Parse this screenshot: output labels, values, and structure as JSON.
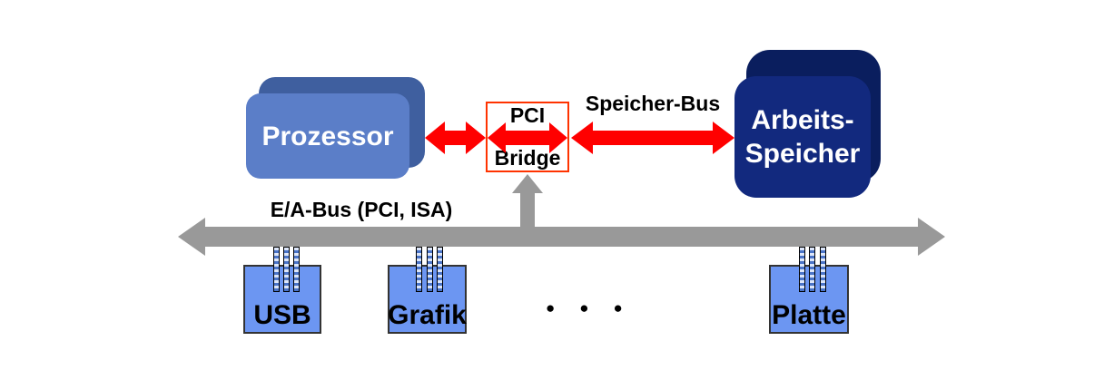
{
  "colors": {
    "processor_blue": "#5B7EC8",
    "processor_blue_dark": "#3F5F9F",
    "memory_navy": "#12297E",
    "memory_navy_dark": "#0A1E5E",
    "arrow_red": "#FF0000",
    "bridge_border": "#FF3300",
    "bus_gray": "#999999",
    "device_blue": "#6C96F2",
    "pin_stripe_dark": "#4A74C8",
    "pin_stripe_light": "#DCE6FA",
    "text_dark": "#000000",
    "text_light": "#FFFFFF"
  },
  "nodes": {
    "prozessor": {
      "label": "Prozessor"
    },
    "pci_bridge": {
      "line1": "PCI",
      "line2": "Bridge"
    },
    "arbeitsspeicher": {
      "line1": "Arbeits-",
      "line2": "Speicher"
    },
    "devices": [
      {
        "label": "USB"
      },
      {
        "label": "Grafik"
      },
      {
        "label": "Platte"
      }
    ],
    "ellipsis": "●●●"
  },
  "labels": {
    "speicher_bus": "Speicher-Bus",
    "ea_bus": "E/A-Bus (PCI, ISA)"
  }
}
